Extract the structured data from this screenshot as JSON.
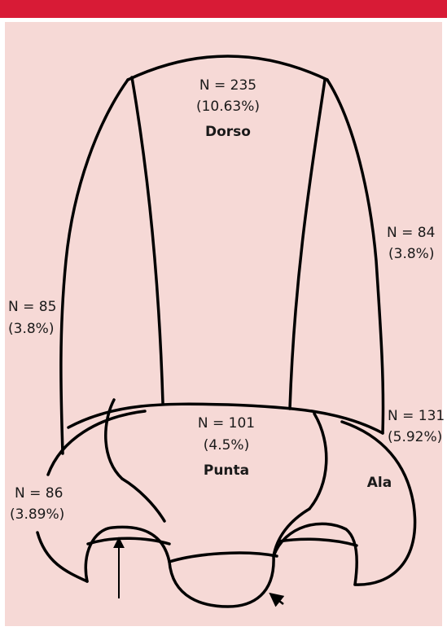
{
  "colors": {
    "header_bar": "#d81b36",
    "panel_background": "#f6d9d6",
    "outline": "#000000"
  },
  "regions": {
    "dorso": {
      "count": "N = 235",
      "percent": "(10.63%)",
      "name": "Dorso"
    },
    "right_side": {
      "count": "N = 84",
      "percent": "(3.8%)"
    },
    "left_side": {
      "count": "N = 85",
      "percent": "(3.8%)"
    },
    "punta": {
      "count": "N = 101",
      "percent": "(4.5%)",
      "name": "Punta"
    },
    "right_ala": {
      "count": "N = 131",
      "percent": "(5.92%)",
      "name": "Ala"
    },
    "left_ala": {
      "count": "N = 86",
      "percent": "(3.89%)"
    }
  },
  "arrows": [
    {
      "name": "long-arrow",
      "direction": "up"
    },
    {
      "name": "short-arrow",
      "direction": "up-left"
    }
  ]
}
